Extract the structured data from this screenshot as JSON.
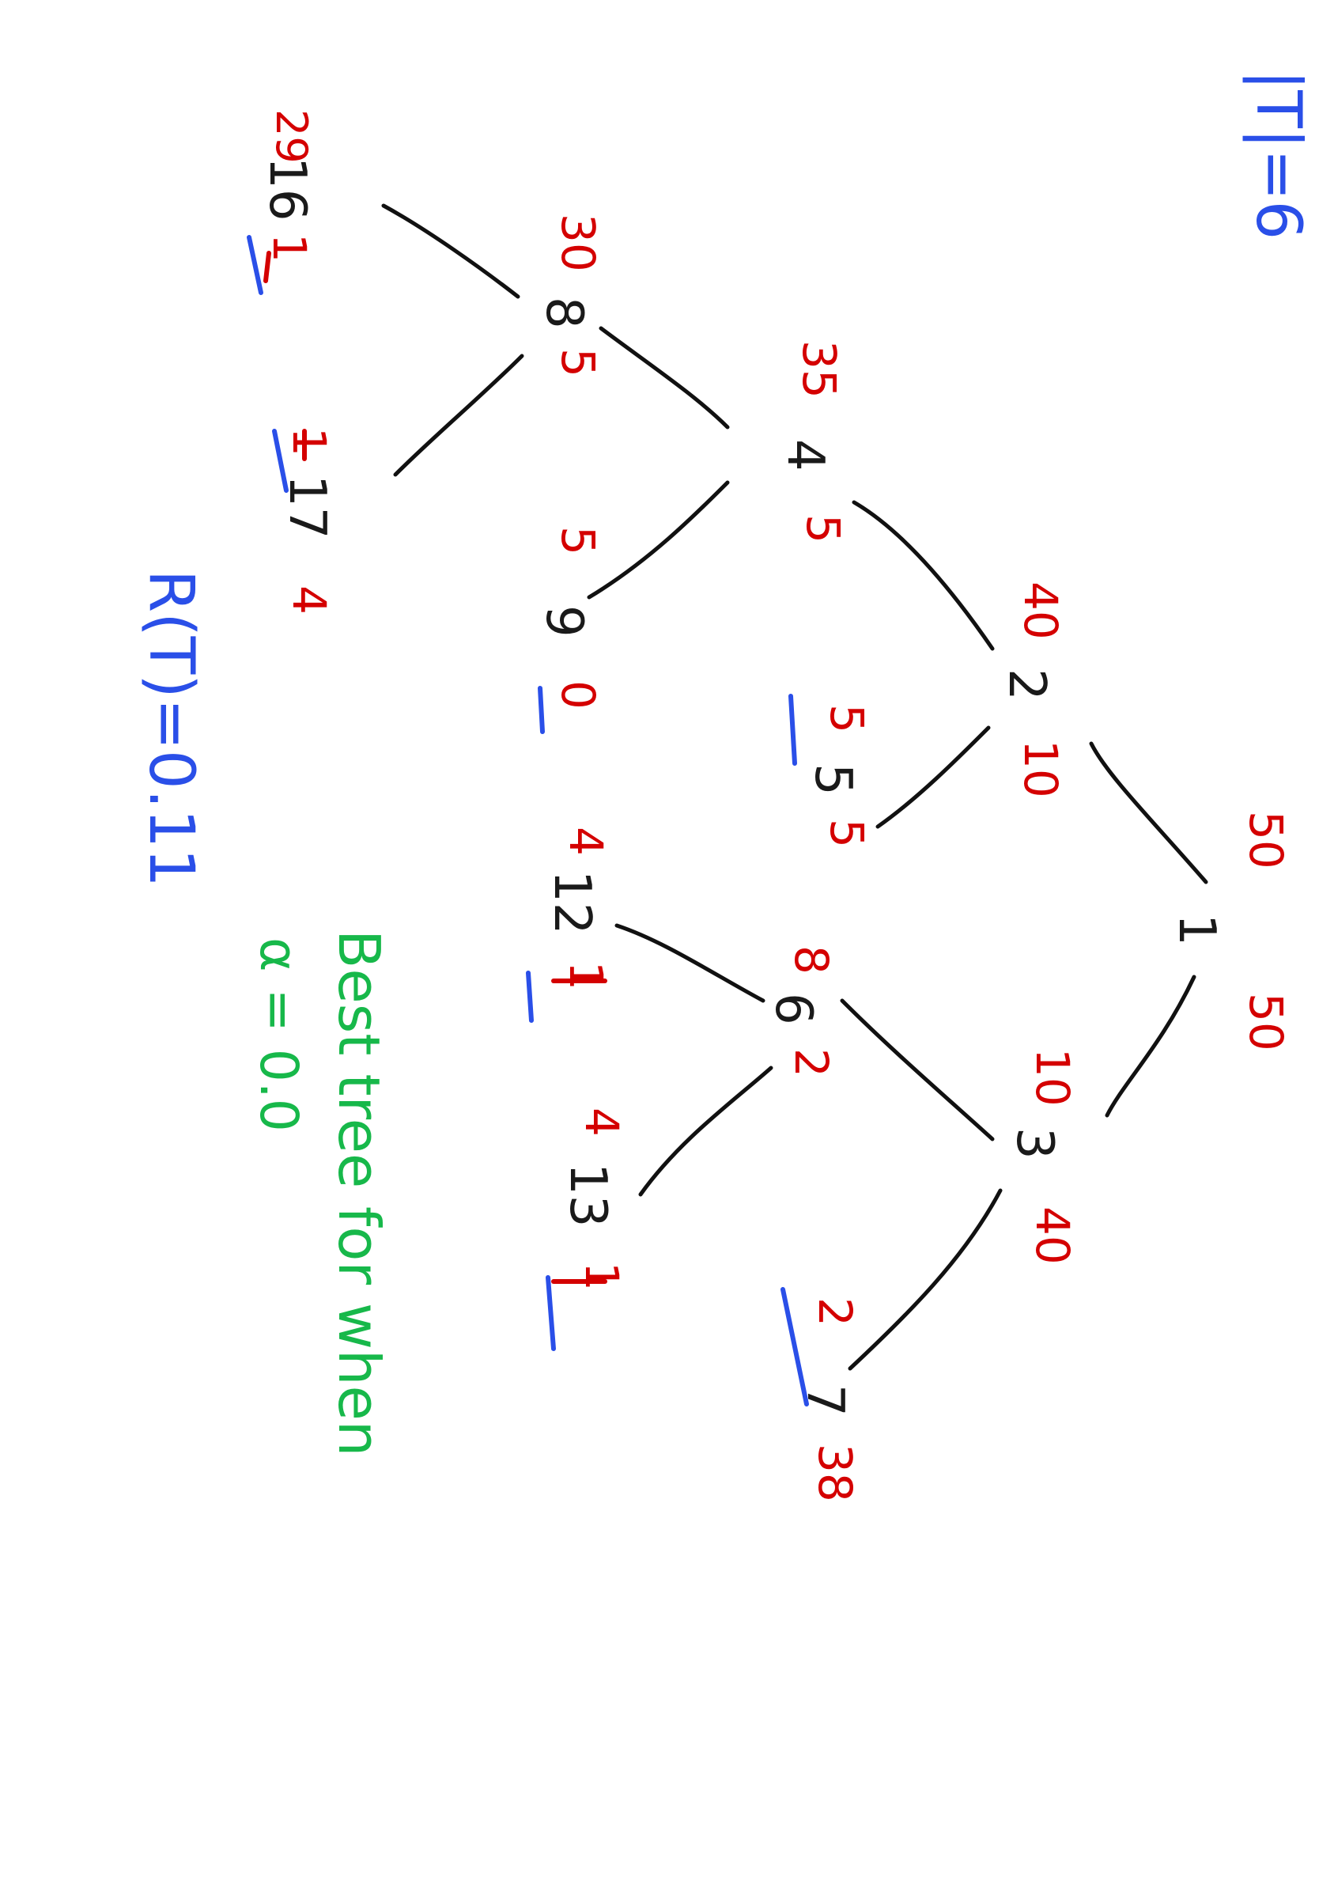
{
  "title": {
    "tree_size": "|T|=6",
    "risk": "R(T)=0.11"
  },
  "note": {
    "line1": "Best tree for when",
    "line2": "α = 0.0"
  },
  "nodes": {
    "n1": {
      "id": "1",
      "left": "50",
      "right": "50"
    },
    "n2": {
      "id": "2",
      "left": "40",
      "right": "10"
    },
    "n3": {
      "id": "3",
      "left": "10",
      "right": "40"
    },
    "n4": {
      "id": "4",
      "left": "35",
      "right": "5"
    },
    "n5": {
      "id": "5",
      "left": "5",
      "right": "5"
    },
    "n6": {
      "id": "6",
      "left": "8",
      "right": "2"
    },
    "n7": {
      "id": "7",
      "left": "2",
      "right": "38"
    },
    "n8": {
      "id": "8",
      "left": "30",
      "right": "5"
    },
    "n9": {
      "id": "9",
      "left": "5",
      "right": "0"
    },
    "n12": {
      "id": "12",
      "left": "4",
      "right": "1"
    },
    "n13": {
      "id": "13",
      "left": "4",
      "right": "1"
    },
    "n16": {
      "id": "16",
      "left": "29",
      "right": "1"
    },
    "n17": {
      "id": "17",
      "left": "1",
      "right": "4"
    }
  },
  "colors": {
    "node": "#1a1a1a",
    "counts": "#d40000",
    "annotation": "#2a4fe8",
    "note": "#17b84a"
  }
}
